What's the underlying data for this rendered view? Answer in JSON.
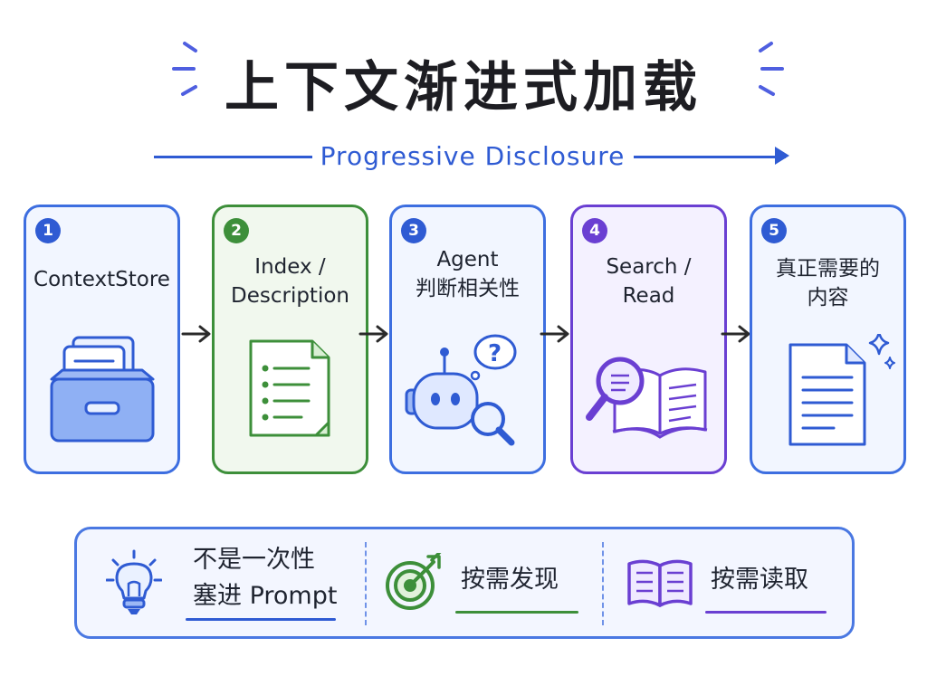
{
  "header": {
    "title": "上下文渐进式加载",
    "subtitle": "Progressive Disclosure"
  },
  "steps": [
    {
      "number": "1",
      "lines": [
        "ContextStore"
      ],
      "icon": "file-drawer-icon",
      "color": "#3d6ee0"
    },
    {
      "number": "2",
      "lines": [
        "Index /",
        "Description"
      ],
      "icon": "document-list-icon",
      "color": "#3d8f3a"
    },
    {
      "number": "3",
      "lines": [
        "Agent",
        "判断相关性"
      ],
      "icon": "robot-magnifier-icon",
      "color": "#3d6ee0"
    },
    {
      "number": "4",
      "lines": [
        "Search /",
        "Read"
      ],
      "icon": "magnifier-book-icon",
      "color": "#6a3fd2"
    },
    {
      "number": "5",
      "lines": [
        "真正需要的",
        "内容"
      ],
      "icon": "document-sparkle-icon",
      "color": "#3d6ee0"
    }
  ],
  "principles": [
    {
      "lines": [
        "不是一次性",
        "塞进 Prompt"
      ],
      "icon": "lightbulb-icon",
      "color": "#2f5bd3"
    },
    {
      "lines": [
        "按需发现"
      ],
      "icon": "target-icon",
      "color": "#3d8f3a"
    },
    {
      "lines": [
        "按需读取"
      ],
      "icon": "open-book-icon",
      "color": "#6a3fd2"
    }
  ]
}
